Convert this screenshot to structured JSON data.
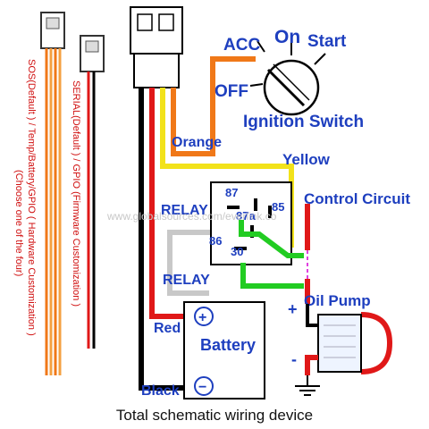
{
  "caption": "Total schematic wiring device",
  "side_labels": {
    "sos": "SOS(Default ) / Temp/Battery/GPIO ( Hardware Customization )",
    "sos_note": "(Choose one of the four)",
    "serial": "SERIAL(Default ) / GPIO (Firmware Customization )"
  },
  "ignition": {
    "acc": "ACC",
    "on": "On",
    "start": "Start",
    "off": "OFF",
    "title": "Ignition Switch"
  },
  "wires": {
    "orange": "Orange",
    "yellow": "Yellow",
    "red": "Red",
    "black": "Black"
  },
  "relay": {
    "label_top": "RELAY",
    "label_bottom": "RELAY",
    "pin_87": "87",
    "pin_85": "85",
    "pin_87a": "87a",
    "pin_86": "86",
    "pin_30": "30"
  },
  "control_circuit": "Control Circuit",
  "oil_pump": "Oil Pump",
  "battery": {
    "label": "Battery",
    "plus": "+",
    "minus": "−"
  },
  "pump_plus": "+",
  "pump_minus": "-",
  "watermark": "www.globalsources.com/everlink.co",
  "colors": {
    "orange": "#f07818",
    "yellow": "#f2e21a",
    "red": "#e01818",
    "black": "#000000",
    "green": "#22cc22",
    "grey": "#c8c8c8",
    "label_blue": "#1e3fbf",
    "side_red": "#d01010"
  }
}
